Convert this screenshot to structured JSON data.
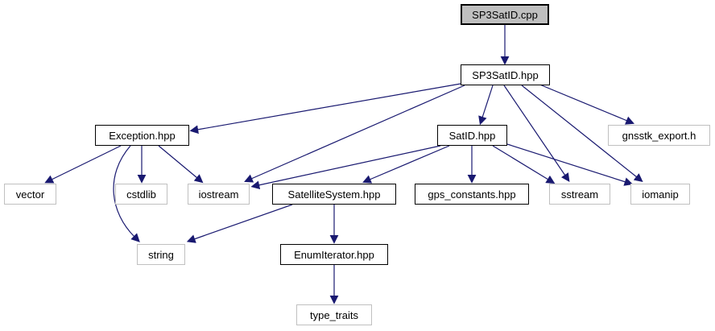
{
  "graph": {
    "title": "include dependency graph",
    "arrow_color": "#191970",
    "root_fill": "#bfbfbf",
    "internal_border": "#000000",
    "external_border": "#c0c0c0",
    "nodes": [
      {
        "id": "sp3satid-cpp",
        "label": "SP3SatID.cpp",
        "kind": "root"
      },
      {
        "id": "sp3satid-hpp",
        "label": "SP3SatID.hpp",
        "kind": "internal"
      },
      {
        "id": "exception-hpp",
        "label": "Exception.hpp",
        "kind": "internal"
      },
      {
        "id": "satid-hpp",
        "label": "SatID.hpp",
        "kind": "internal"
      },
      {
        "id": "gnsstk-export-h",
        "label": "gnsstk_export.h",
        "kind": "external"
      },
      {
        "id": "vector",
        "label": "vector",
        "kind": "external"
      },
      {
        "id": "cstdlib",
        "label": "cstdlib",
        "kind": "external"
      },
      {
        "id": "iostream",
        "label": "iostream",
        "kind": "external"
      },
      {
        "id": "satellitesystem-hpp",
        "label": "SatelliteSystem.hpp",
        "kind": "internal"
      },
      {
        "id": "gps-constants-hpp",
        "label": "gps_constants.hpp",
        "kind": "internal"
      },
      {
        "id": "sstream",
        "label": "sstream",
        "kind": "external"
      },
      {
        "id": "iomanip",
        "label": "iomanip",
        "kind": "external"
      },
      {
        "id": "string",
        "label": "string",
        "kind": "external"
      },
      {
        "id": "enumiterator-hpp",
        "label": "EnumIterator.hpp",
        "kind": "internal"
      },
      {
        "id": "type-traits",
        "label": "type_traits",
        "kind": "external"
      }
    ],
    "edges": [
      {
        "from": "SP3SatID.cpp",
        "to": "SP3SatID.hpp"
      },
      {
        "from": "SP3SatID.hpp",
        "to": "Exception.hpp"
      },
      {
        "from": "SP3SatID.hpp",
        "to": "SatID.hpp"
      },
      {
        "from": "SP3SatID.hpp",
        "to": "iostream"
      },
      {
        "from": "SP3SatID.hpp",
        "to": "gnsstk_export.h"
      },
      {
        "from": "SP3SatID.hpp",
        "to": "sstream"
      },
      {
        "from": "SP3SatID.hpp",
        "to": "iomanip"
      },
      {
        "from": "Exception.hpp",
        "to": "vector"
      },
      {
        "from": "Exception.hpp",
        "to": "cstdlib"
      },
      {
        "from": "Exception.hpp",
        "to": "iostream"
      },
      {
        "from": "Exception.hpp",
        "to": "string"
      },
      {
        "from": "SatID.hpp",
        "to": "iostream"
      },
      {
        "from": "SatID.hpp",
        "to": "SatelliteSystem.hpp"
      },
      {
        "from": "SatID.hpp",
        "to": "gps_constants.hpp"
      },
      {
        "from": "SatID.hpp",
        "to": "sstream"
      },
      {
        "from": "SatID.hpp",
        "to": "iomanip"
      },
      {
        "from": "SatelliteSystem.hpp",
        "to": "string"
      },
      {
        "from": "SatelliteSystem.hpp",
        "to": "EnumIterator.hpp"
      },
      {
        "from": "EnumIterator.hpp",
        "to": "type_traits"
      }
    ]
  }
}
